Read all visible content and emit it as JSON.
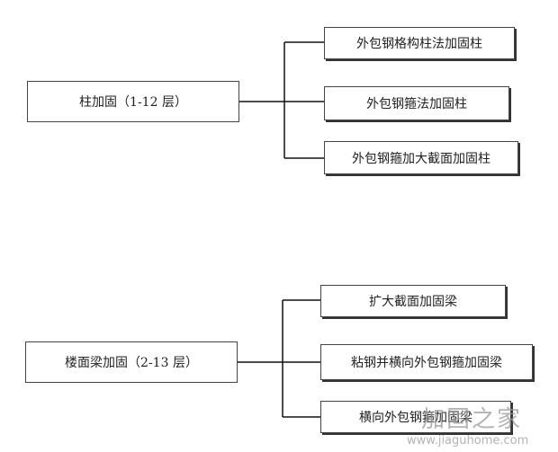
{
  "diagram": {
    "group1": {
      "root": "柱加固（1-12 层）",
      "children": [
        "外包钢格构柱法加固柱",
        "外包钢箍法加固柱",
        "外包钢箍加大截面加固柱"
      ]
    },
    "group2": {
      "root": "楼面梁加固（2-13 层）",
      "children": [
        "扩大截面加固梁",
        "粘钢并横向外包钢箍加固梁",
        "横向外包钢箍加固梁"
      ]
    }
  },
  "watermark": {
    "logo": "加固之家",
    "url": "www.jiaguhome.com"
  }
}
